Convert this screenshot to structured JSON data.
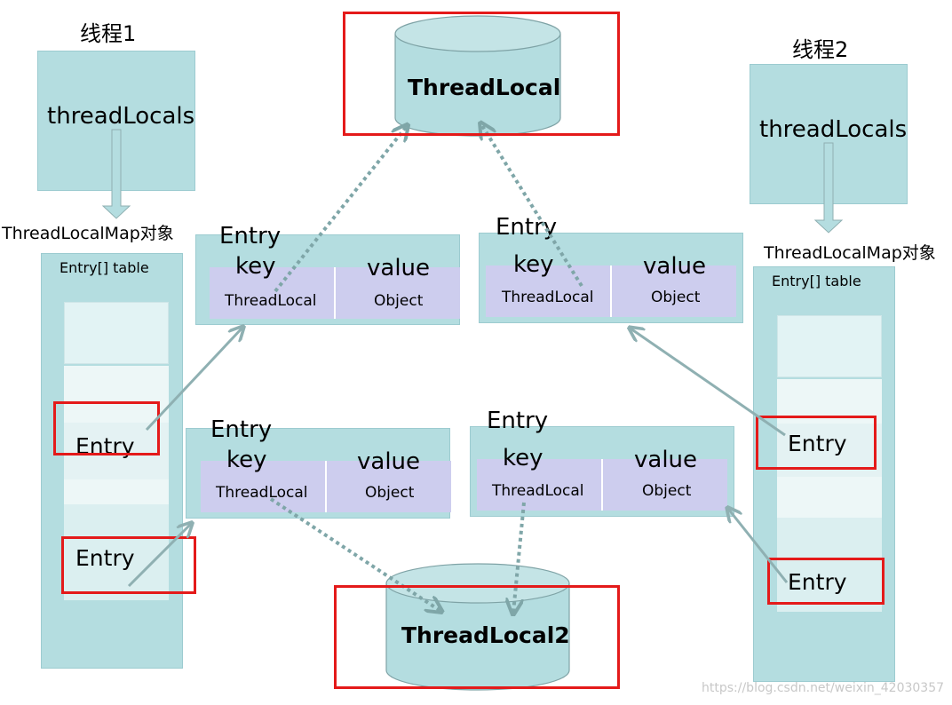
{
  "thread1": {
    "title": "线程1",
    "field": "threadLocals",
    "map_label": "ThreadLocalMap对象",
    "table_label": "Entry[] table",
    "entries": [
      "Entry",
      "Entry"
    ]
  },
  "thread2": {
    "title": "线程2",
    "field": "threadLocals",
    "map_label": "ThreadLocalMap对象",
    "table_label": "Entry[] table",
    "entries": [
      "Entry",
      "Entry"
    ]
  },
  "threadlocal_top": "ThreadLocal",
  "threadlocal_bottom": "ThreadLocal2",
  "entry_cards": [
    {
      "title": "Entry",
      "key_label": "key",
      "value_label": "value",
      "key": "ThreadLocal",
      "value": "Object"
    },
    {
      "title": "Entry",
      "key_label": "key",
      "value_label": "value",
      "key": "ThreadLocal",
      "value": "Object"
    },
    {
      "title": "Entry",
      "key_label": "key",
      "value_label": "value",
      "key": "ThreadLocal",
      "value": "Object"
    },
    {
      "title": "Entry",
      "key_label": "key",
      "value_label": "value",
      "key": "ThreadLocal",
      "value": "Object"
    }
  ],
  "watermark": "https://blog.csdn.net/weixin_42030357",
  "colors": {
    "box_fill": "#b4dde0",
    "kv_fill": "#cdcdee",
    "highlight": "#e41a1a",
    "arrow": "#8fb0b2"
  }
}
